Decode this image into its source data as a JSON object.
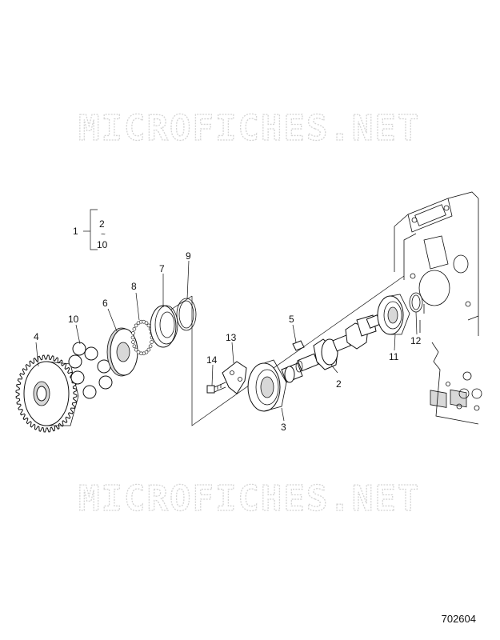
{
  "watermark": "MICROFICHES.NET",
  "reference_number": "702604",
  "group_callout": {
    "main": "1",
    "first": "2",
    "sep": "~",
    "last": "10"
  },
  "callouts": [
    {
      "id": "p2",
      "label": "2"
    },
    {
      "id": "p3",
      "label": "3"
    },
    {
      "id": "p4",
      "label": "4"
    },
    {
      "id": "p5",
      "label": "5"
    },
    {
      "id": "p6",
      "label": "6"
    },
    {
      "id": "p7",
      "label": "7"
    },
    {
      "id": "p8",
      "label": "8"
    },
    {
      "id": "p9",
      "label": "9"
    },
    {
      "id": "p10",
      "label": "10"
    },
    {
      "id": "p11",
      "label": "11"
    },
    {
      "id": "p12",
      "label": "12"
    },
    {
      "id": "p13",
      "label": "13"
    },
    {
      "id": "p14",
      "label": "14"
    }
  ]
}
